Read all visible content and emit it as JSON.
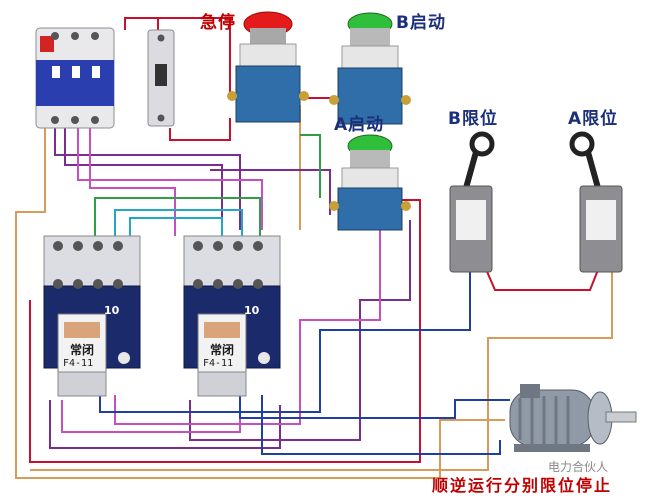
{
  "labels": {
    "estop": "急停",
    "b_start": "B启动",
    "a_start": "A启动",
    "b_limit": "B限位",
    "a_limit": "A限位",
    "caption": "顺逆运行分别限位停止",
    "watermark": "电力合伙人"
  },
  "contactor": {
    "rating": "10",
    "aux_label": "常闭",
    "aux_model": "F4-11"
  },
  "colors": {
    "wire_red": "#c8102e",
    "wire_purple": "#7b2c8f",
    "wire_magenta": "#c44fc0",
    "wire_green": "#2e9e47",
    "wire_cyan": "#22a7c4",
    "wire_tan": "#d89b5a",
    "wire_blue": "#1f3fa5",
    "contactor_body": "#1b2a6b",
    "button_red": "#e31b1b",
    "button_green": "#2fbf3a",
    "label_red": "#c00000",
    "label_blue": "#1c2f7a"
  }
}
